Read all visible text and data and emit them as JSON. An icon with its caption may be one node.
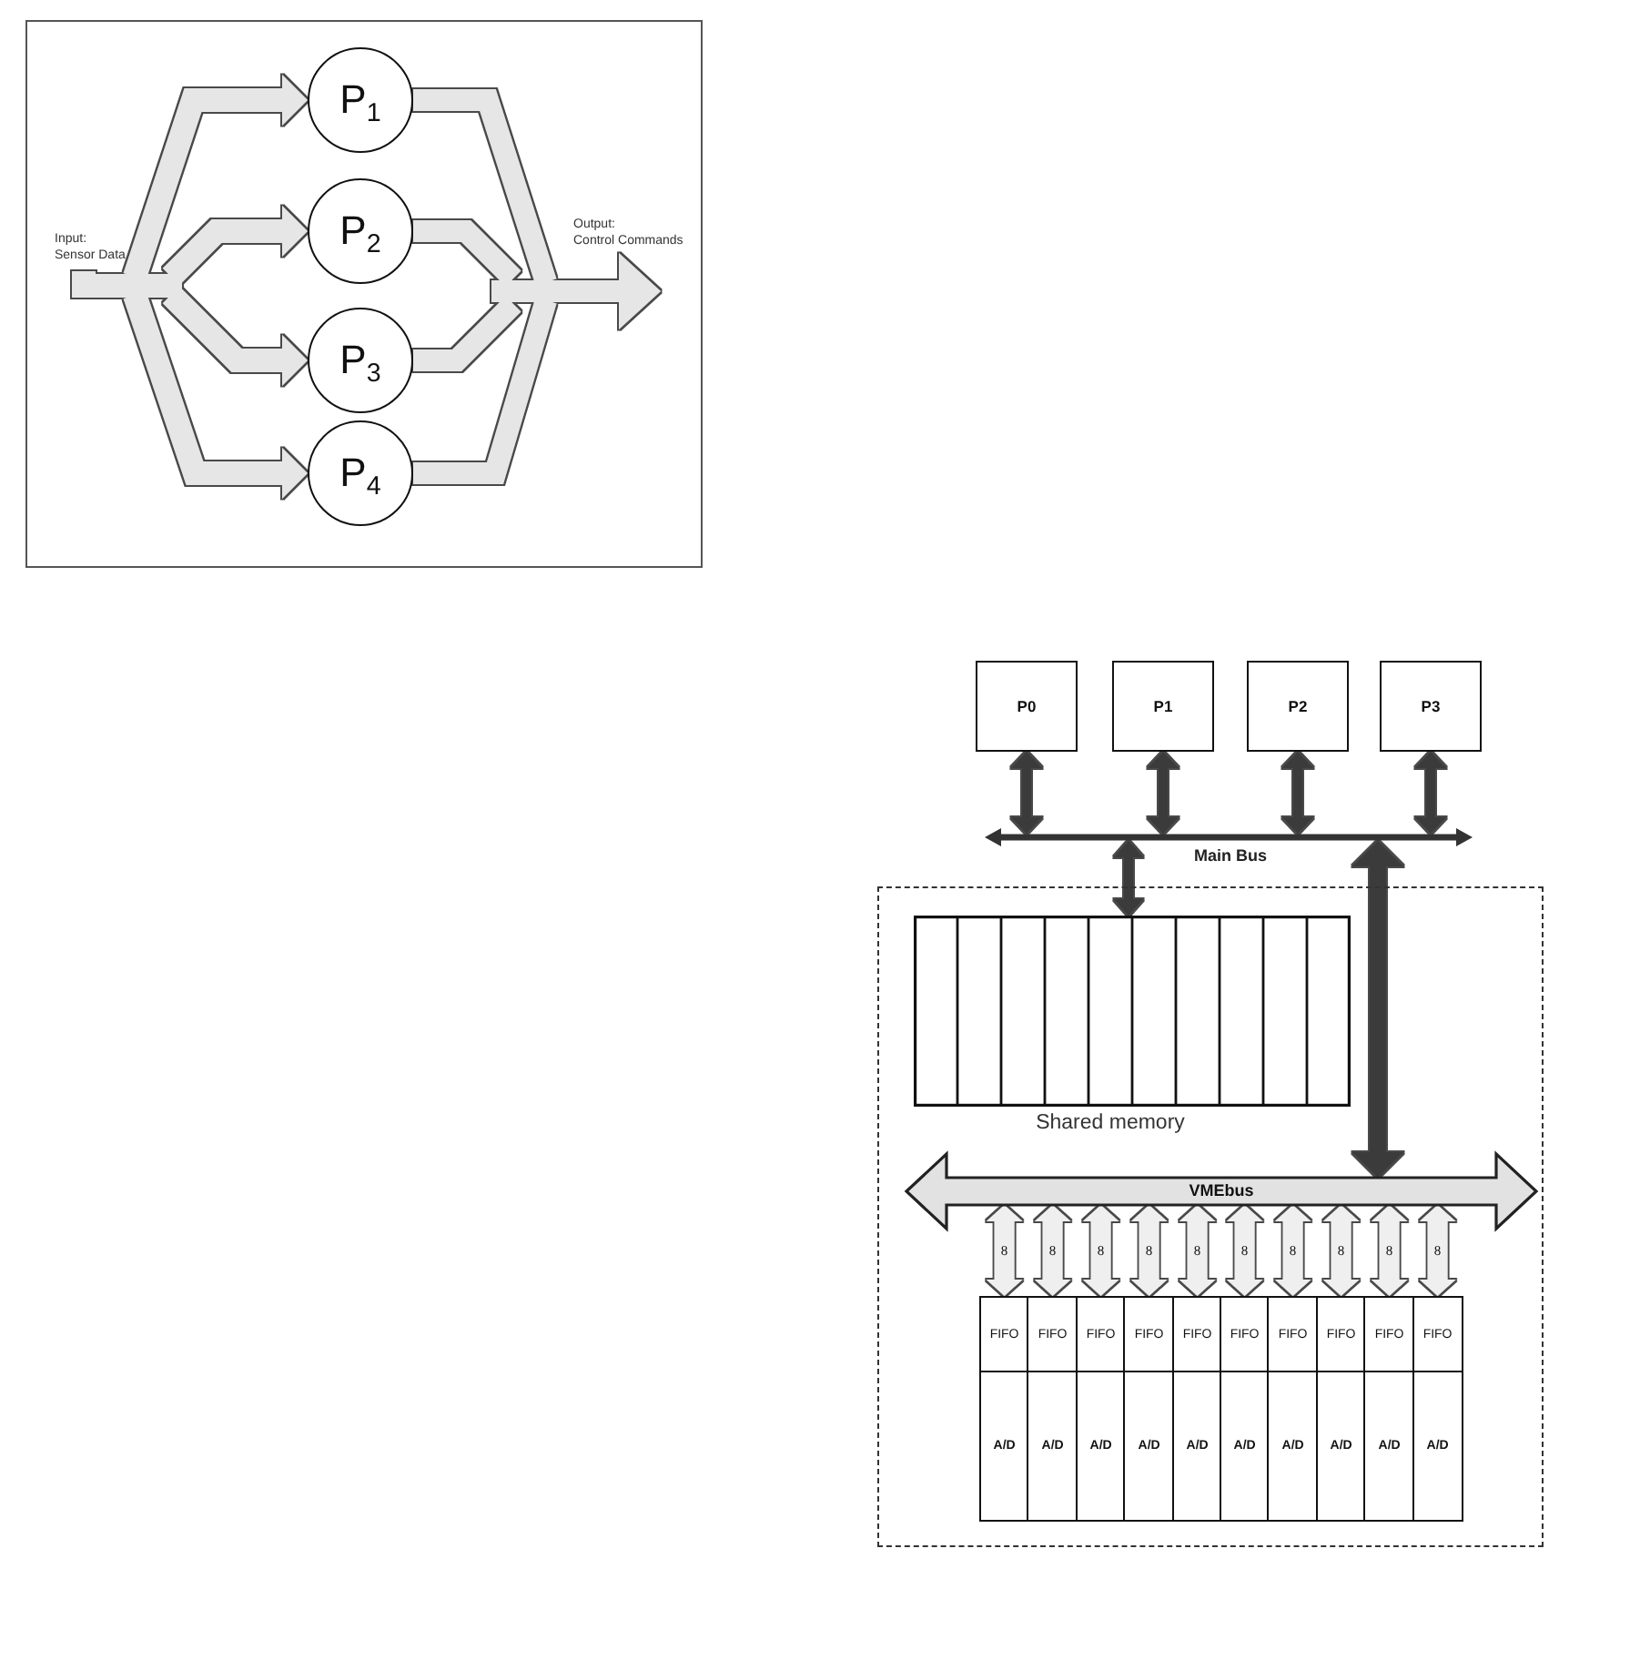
{
  "diagram": {
    "nodes": [
      {
        "text": [
          "Input:",
          "Sensor Data"
        ]
      },
      {
        "text": [
          "P$_{1}$"
        ]
      },
      {
        "text": [
          "P$_{2}$"
        ]
      },
      {
        "text": [
          "P$_{3}$"
        ]
      },
      {
        "text": [
          "P$_{4}$"
        ]
      },
      {
        "text": [
          "Output:",
          "Control Commands"
        ]
      },
      {
        "text": [
          "P0"
        ]
      },
      {
        "text": [
          "P1"
        ]
      },
      {
        "text": [
          "P2"
        ]
      },
      {
        "text": [
          "P3"
        ]
      },
      {
        "text": [
          "Main Bus"
        ]
      },
      {
        "text": [],
        "shape": "box"
      },
      {
        "text": [
          "Shared memory"
        ],
        "in": 11
      },
      {
        "text": [
          "VMEbus"
        ],
        "in": 11
      },
      {
        "text": [
          "FIFO"
        ],
        "in": 11
      },
      {
        "text": [
          "FIFO"
        ],
        "in": 11
      },
      {
        "text": [
          "FIFO"
        ],
        "in": 11
      },
      {
        "text": [
          "FIFO"
        ],
        "in": 11
      },
      {
        "text": [
          "FIFO"
        ],
        "in": 11
      },
      {
        "text": [
          "FIFO"
        ],
        "in": 11
      },
      {
        "text": [
          "FIFO"
        ],
        "in": 11
      },
      {
        "text": [
          "FIFO"
        ],
        "in": 11
      },
      {
        "text": [
          "FIFO"
        ],
        "in": 11
      },
      {
        "text": [
          "FIFO"
        ],
        "in": 11
      },
      {
        "text": [
          "A/D"
        ],
        "in": 11
      },
      {
        "text": [
          "A/D"
        ],
        "in": 11
      },
      {
        "text": [
          "A/D"
        ],
        "in": 11
      },
      {
        "text": [
          "A/D"
        ],
        "in": 11
      },
      {
        "text": [
          "A/D"
        ],
        "in": 11
      },
      {
        "text": [
          "A/D"
        ],
        "in": 11
      },
      {
        "text": [
          "A/D"
        ],
        "in": 11
      },
      {
        "text": [
          "A/D"
        ],
        "in": 11
      },
      {
        "text": [
          "A/D"
        ],
        "in": 11
      },
      {
        "text": [
          "A/D"
        ],
        "in": 11
      }
    ],
    "edges": [
      {
        "from": 0,
        "to": 1,
        "arrow": "to",
        "color": "#e6e6e6"
      },
      {
        "from": 0,
        "to": 2,
        "arrow": "to",
        "color": "#e6e6e6"
      },
      {
        "from": 0,
        "to": 3,
        "arrow": "to",
        "color": "#e6e6e6"
      },
      {
        "from": 0,
        "to": 4,
        "arrow": "to",
        "color": "#e6e6e6"
      },
      {
        "from": 1,
        "to": 5,
        "arrow": "to",
        "color": "#e6e6e6"
      },
      {
        "from": 2,
        "to": 5,
        "arrow": "to",
        "color": "#e6e6e6"
      },
      {
        "from": 3,
        "to": 5,
        "arrow": "to",
        "color": "#e6e6e6"
      },
      {
        "from": 4,
        "to": 5,
        "arrow": "to",
        "color": "#e6e6e6"
      },
      {
        "from": 6,
        "to": 10,
        "arrow": "both",
        "color": "#3a3a3a"
      },
      {
        "from": 7,
        "to": 10,
        "arrow": "both",
        "color": "#3a3a3a"
      },
      {
        "from": 8,
        "to": 10,
        "arrow": "both",
        "color": "#3a3a3a"
      },
      {
        "from": 9,
        "to": 10,
        "arrow": "both",
        "color": "#3a3a3a"
      },
      {
        "from": 10,
        "to": 12,
        "arrow": "both",
        "color": "#3a3a3a"
      },
      {
        "from": 10,
        "to": 13,
        "arrow": "both",
        "color": "#3a3a3a"
      },
      {
        "from": 13,
        "to": 14,
        "arrow": "both",
        "label": "8"
      },
      {
        "from": 13,
        "to": 15,
        "arrow": "both",
        "label": "8"
      },
      {
        "from": 13,
        "to": 16,
        "arrow": "both",
        "label": "8"
      },
      {
        "from": 13,
        "to": 17,
        "arrow": "both",
        "label": "8"
      },
      {
        "from": 13,
        "to": 18,
        "arrow": "both",
        "label": "8"
      },
      {
        "from": 13,
        "to": 19,
        "arrow": "both",
        "label": "8"
      },
      {
        "from": 13,
        "to": 20,
        "arrow": "both",
        "label": "8"
      },
      {
        "from": 13,
        "to": 21,
        "arrow": "both",
        "label": "8"
      },
      {
        "from": 13,
        "to": 22,
        "arrow": "both",
        "label": "8"
      },
      {
        "from": 13,
        "to": 23,
        "arrow": "both",
        "label": "8"
      }
    ]
  }
}
